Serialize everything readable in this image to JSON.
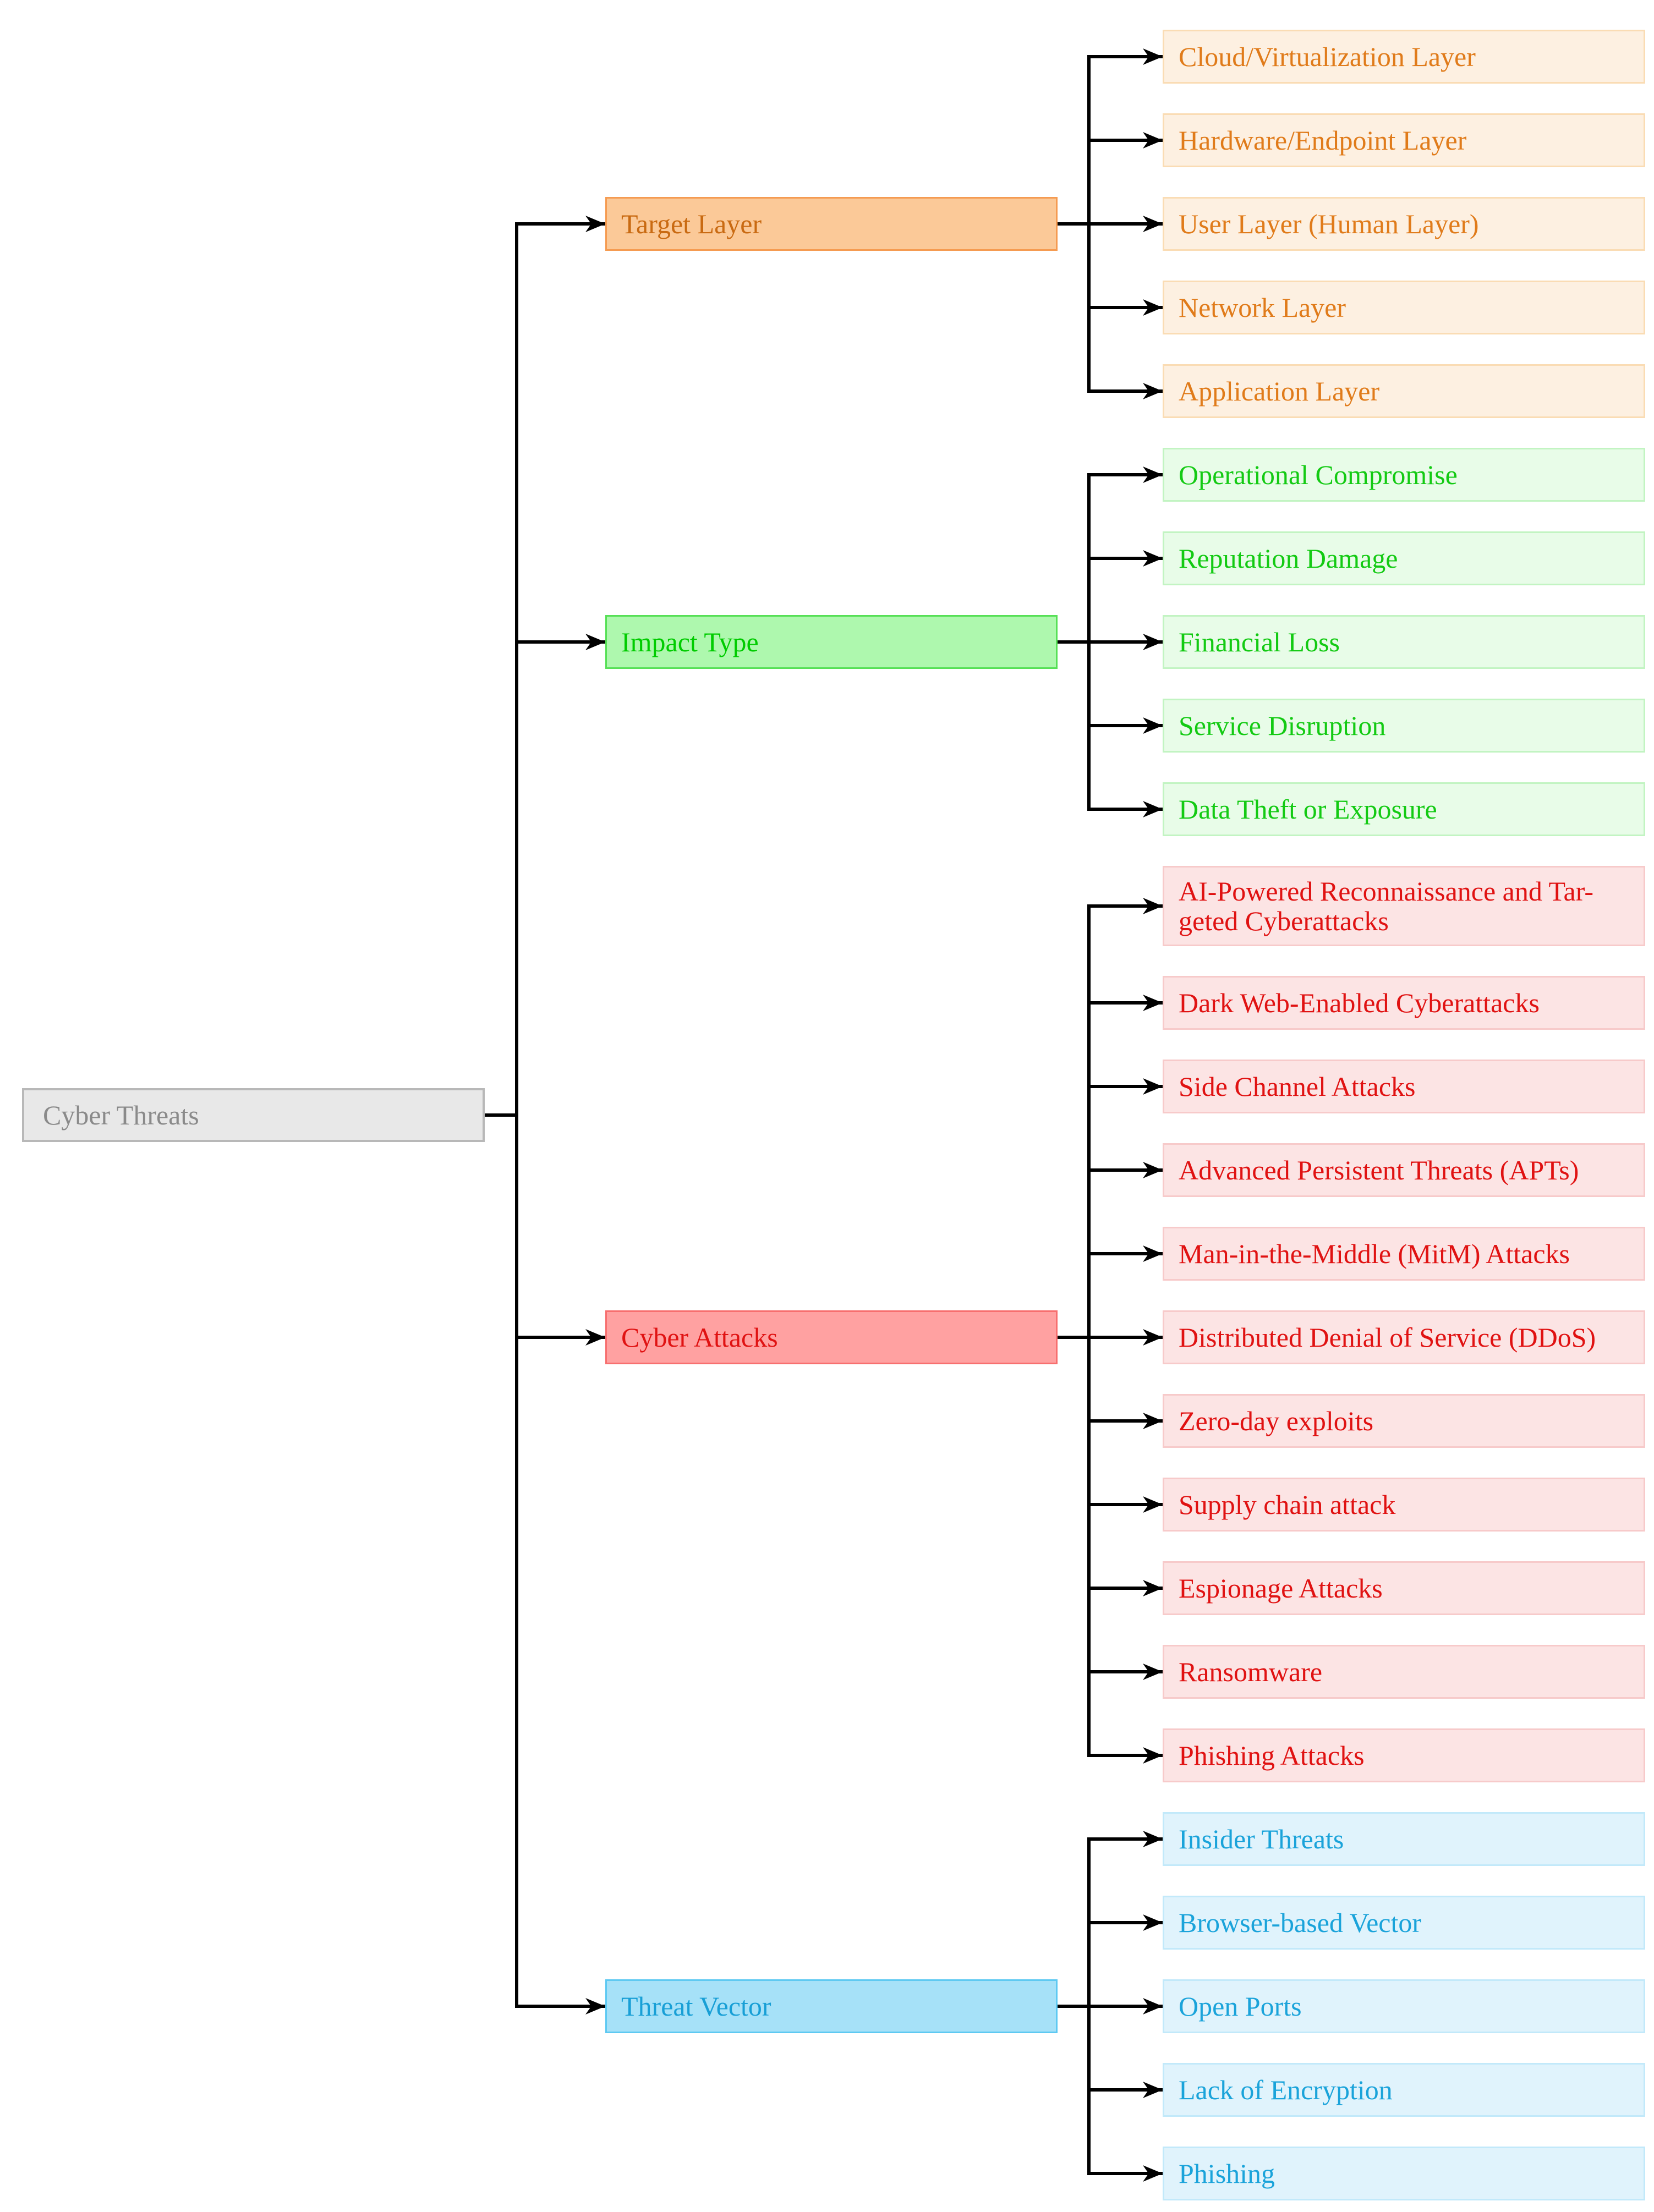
{
  "figure": {
    "title": "Cyber Threats taxonomy tree",
    "line_color": "#000000",
    "background": "#ffffff",
    "root": {
      "label": "Cyber Threats",
      "fill": "#e8e8e8",
      "border": "#b8b8b8",
      "text_color": "#8a8a8a"
    },
    "branches": [
      {
        "label": "Target Layer",
        "theme": {
          "fill": "#fbc998",
          "border": "#f59b51",
          "text": "#c96a12",
          "child_fill": "#fdf0e1",
          "child_border": "#fadcb4",
          "child_text": "#e07b1a"
        },
        "children": [
          {
            "label": "Cloud/Virtualization Layer"
          },
          {
            "label": "Hardware/Endpoint Layer"
          },
          {
            "label": "User Layer (Human Layer)"
          },
          {
            "label": "Network Layer"
          },
          {
            "label": "Application Layer"
          }
        ]
      },
      {
        "label": "Impact Type",
        "theme": {
          "fill": "#aef8ae",
          "border": "#56e056",
          "text": "#00cc00",
          "child_fill": "#e8fce8",
          "child_border": "#c2f4c2",
          "child_text": "#13ca13"
        },
        "children": [
          {
            "label": "Operational Compromise"
          },
          {
            "label": "Reputation Damage"
          },
          {
            "label": "Financial Loss"
          },
          {
            "label": "Service Disruption"
          },
          {
            "label": "Data Theft or Exposure"
          }
        ]
      },
      {
        "label": "Cyber Attacks",
        "theme": {
          "fill": "#ffa1a1",
          "border": "#f76f6f",
          "text": "#e01212",
          "child_fill": "#fce4e4",
          "child_border": "#f7caca",
          "child_text": "#e01212"
        },
        "children": [
          {
            "label": "AI-Powered Reconnaissance and Tar-\ngeted Cyberattacks",
            "two_line": true
          },
          {
            "label": "Dark Web-Enabled Cyberattacks"
          },
          {
            "label": "Side Channel Attacks"
          },
          {
            "label": "Advanced Persistent Threats (APTs)"
          },
          {
            "label": "Man-in-the-Middle (MitM) Attacks"
          },
          {
            "label": "Distributed Denial of Service (DDoS)"
          },
          {
            "label": "Zero-day exploits"
          },
          {
            "label": "Supply chain attack"
          },
          {
            "label": "Espionage Attacks"
          },
          {
            "label": "Ransomware"
          },
          {
            "label": "Phishing Attacks"
          }
        ]
      },
      {
        "label": "Threat Vector",
        "theme": {
          "fill": "#a6e1f8",
          "border": "#5ec9f2",
          "text": "#189fd6",
          "child_fill": "#e0f3fc",
          "child_border": "#c2e9fa",
          "child_text": "#1aa3da"
        },
        "children": [
          {
            "label": "Insider Threats"
          },
          {
            "label": "Browser-based Vector"
          },
          {
            "label": "Open Ports"
          },
          {
            "label": "Lack of Encryption"
          },
          {
            "label": "Phishing"
          }
        ]
      }
    ]
  }
}
